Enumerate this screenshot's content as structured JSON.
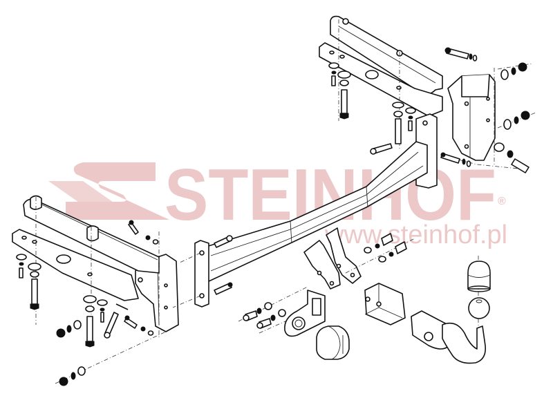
{
  "diagram": {
    "type": "exploded-assembly",
    "subject": "towbar (tow hitch) installation kit",
    "watermark": {
      "brand": "STEINHOF",
      "registered_mark": "®",
      "url": "www.steinhof.pl",
      "color": "#ecc8c8"
    },
    "parts": [
      {
        "name": "main-crossbar",
        "label": ""
      },
      {
        "name": "right-side-bracket",
        "label": ""
      },
      {
        "name": "right-mounting-plate",
        "label": ""
      },
      {
        "name": "left-side-bracket",
        "label": ""
      },
      {
        "name": "left-mounting-plate",
        "label": ""
      },
      {
        "name": "spacer-plate",
        "label": ""
      },
      {
        "name": "socket-plate",
        "label": ""
      },
      {
        "name": "electrical-socket",
        "label": ""
      },
      {
        "name": "ball-mount-receiver",
        "label": ""
      },
      {
        "name": "tow-ball-neck",
        "label": ""
      },
      {
        "name": "tow-ball-cap",
        "label": ""
      },
      {
        "name": "bolts-nuts-washers",
        "label": ""
      }
    ]
  }
}
